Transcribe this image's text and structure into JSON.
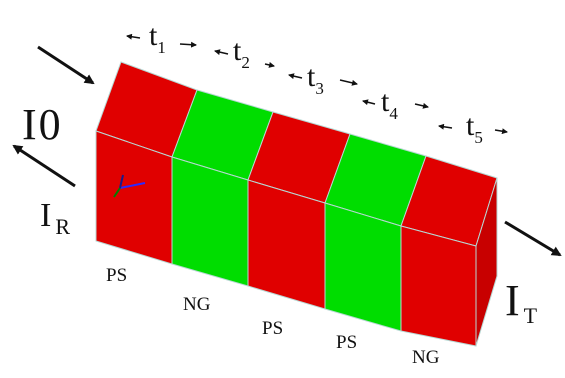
{
  "colors": {
    "red": "#e00000",
    "green": "#00dd00",
    "edge": "#b7d8d4",
    "arrow": "#111111"
  },
  "beams": {
    "incident": {
      "main": "I",
      "sub": "0"
    },
    "reflected": {
      "main": "I",
      "sub": "R"
    },
    "transmitted": {
      "main": "I",
      "sub": "T"
    }
  },
  "thickness_labels": [
    {
      "main": "t",
      "sub": "1"
    },
    {
      "main": "t",
      "sub": "2"
    },
    {
      "main": "t",
      "sub": "3"
    },
    {
      "main": "t",
      "sub": "4"
    },
    {
      "main": "t",
      "sub": "5"
    }
  ],
  "layers": [
    {
      "label": "PS",
      "color": "red"
    },
    {
      "label": "NG",
      "color": "green"
    },
    {
      "label": "PS",
      "color": "red"
    },
    {
      "label": "PS",
      "color": "green"
    },
    {
      "label": "NG",
      "color": "red"
    }
  ],
  "icons": [
    "axis-triad-icon"
  ]
}
